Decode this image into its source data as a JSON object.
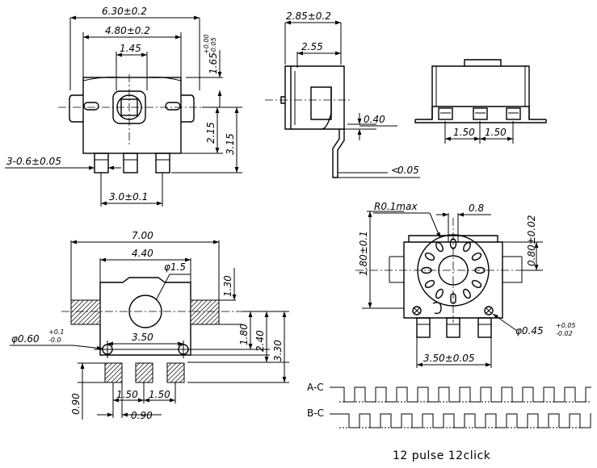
{
  "top_view": {
    "width_overall": "6.30±0.2",
    "width_body": "4.80±0.2",
    "shaft_width": "1.45",
    "height_top": "1.65",
    "height_top_tol_upper": "+0.00",
    "height_top_tol_lower": "-0.05",
    "terminal_width": "3-0.6±0.05",
    "height_mid": "2.15",
    "height_total": "3.15",
    "terminal_pitch": "3.0±0.1"
  },
  "side_view": {
    "depth_overall": "2.85±0.2",
    "depth_body": "2.55",
    "lead_thickness": "0.40",
    "coplanarity": "0.05"
  },
  "front_view": {
    "pitch_left": "1.50",
    "pitch_right": "1.50"
  },
  "footprint": {
    "width_overall": "7.00",
    "width_inner": "4.40",
    "hole_dia": "φ1.5",
    "pad_height": "1.30",
    "hole_small": "φ0.60",
    "hole_small_tol_upper": "+0.1",
    "hole_small_tol_lower": "-0.0",
    "hole_pitch": "3.50",
    "dim_180": "1.80",
    "dim_240": "2.40",
    "dim_330": "3.30",
    "pad_len": "0.90",
    "pad_pitch_left": "1.50",
    "pad_pitch_right": "1.50",
    "pad_width": "0.90"
  },
  "detail_view": {
    "radius": "R0.1max",
    "slot_width": "0.8",
    "height_left": "1.80±0.1",
    "height_right": "0.80±0.02",
    "pin_dia": "φ0.45",
    "pin_dia_tol_upper": "+0.05",
    "pin_dia_tol_lower": "-0.02",
    "pitch": "3.50±0.05"
  },
  "waveform": {
    "channel_a": "A-C",
    "channel_b": "B-C",
    "caption": "12 pulse 12click"
  }
}
